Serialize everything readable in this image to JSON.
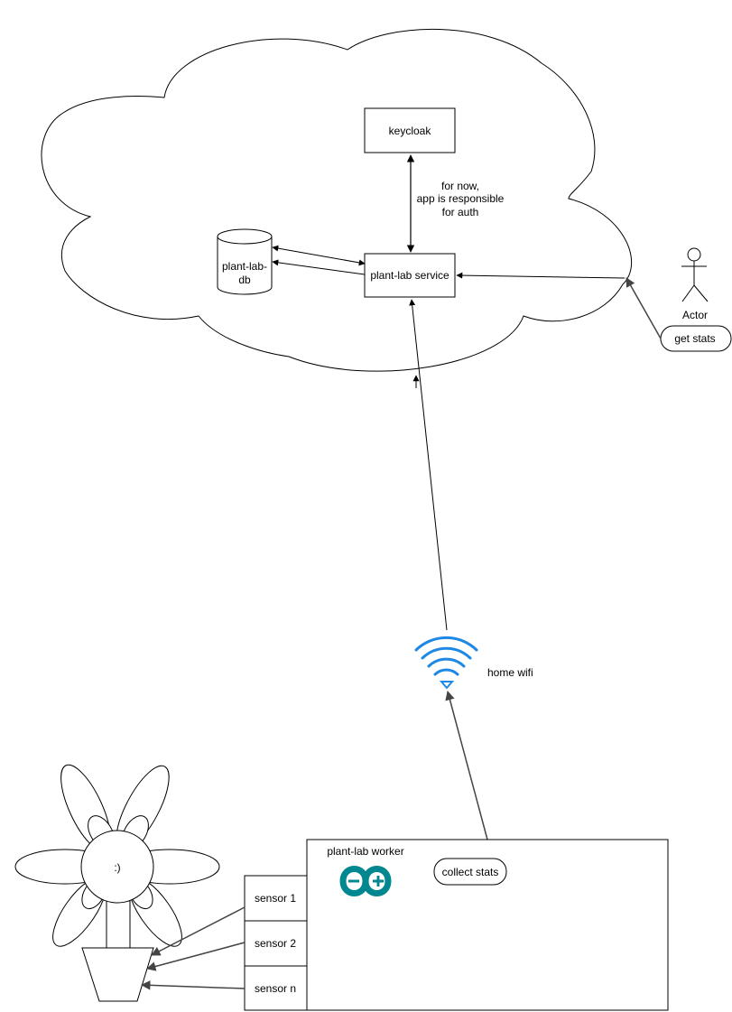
{
  "nodes": {
    "keycloak": "keycloak",
    "plant_lab_service": "plant-lab service",
    "plant_lab_db_line1": "plant-lab-",
    "plant_lab_db_line2": "db",
    "actor": "Actor",
    "get_stats": "get stats",
    "home_wifi": "home wifi",
    "plant_lab_worker": "plant-lab worker",
    "collect_stats": "collect stats",
    "flower_face": ":)"
  },
  "auth_note": [
    "for now,",
    "app is responsible",
    "for auth"
  ],
  "sensors": [
    "sensor 1",
    "sensor 2",
    "sensor n"
  ],
  "colors": {
    "stroke": "#000000",
    "connector": "#444444",
    "wifi": "#1e88e5",
    "arduino": "#00878f"
  },
  "icons": {
    "wifi": "wifi-icon",
    "arduino": "arduino-logo-icon",
    "actor": "stick-figure-icon"
  }
}
